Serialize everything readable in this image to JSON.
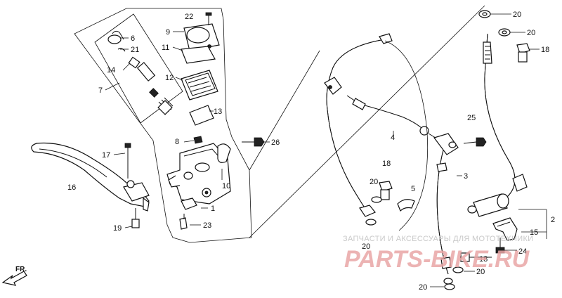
{
  "callouts": {
    "c1": "1",
    "c2": "2",
    "c3": "3",
    "c4": "4",
    "c5": "5",
    "c6": "6",
    "c7": "7",
    "c8": "8",
    "c9": "9",
    "c10": "10",
    "c11": "11",
    "c12": "12",
    "c13": "13",
    "c14": "14",
    "c15": "15",
    "c16": "16",
    "c17": "17",
    "c18a": "18",
    "c18b": "18",
    "c18c": "18",
    "c19": "19",
    "c20a": "20",
    "c20b": "20",
    "c20c": "20",
    "c20d": "20",
    "c20e": "20",
    "c21": "21",
    "c22": "22",
    "c23": "23",
    "c24": "24",
    "c25": "25",
    "c26": "26"
  },
  "direction_label": "FR.",
  "watermark": {
    "small": "ЗАПЧАСТИ И АКСЕССУАРЫ ДЛЯ МОТОТЕХНИКИ",
    "big": "PARTS-BIKE.RU"
  }
}
